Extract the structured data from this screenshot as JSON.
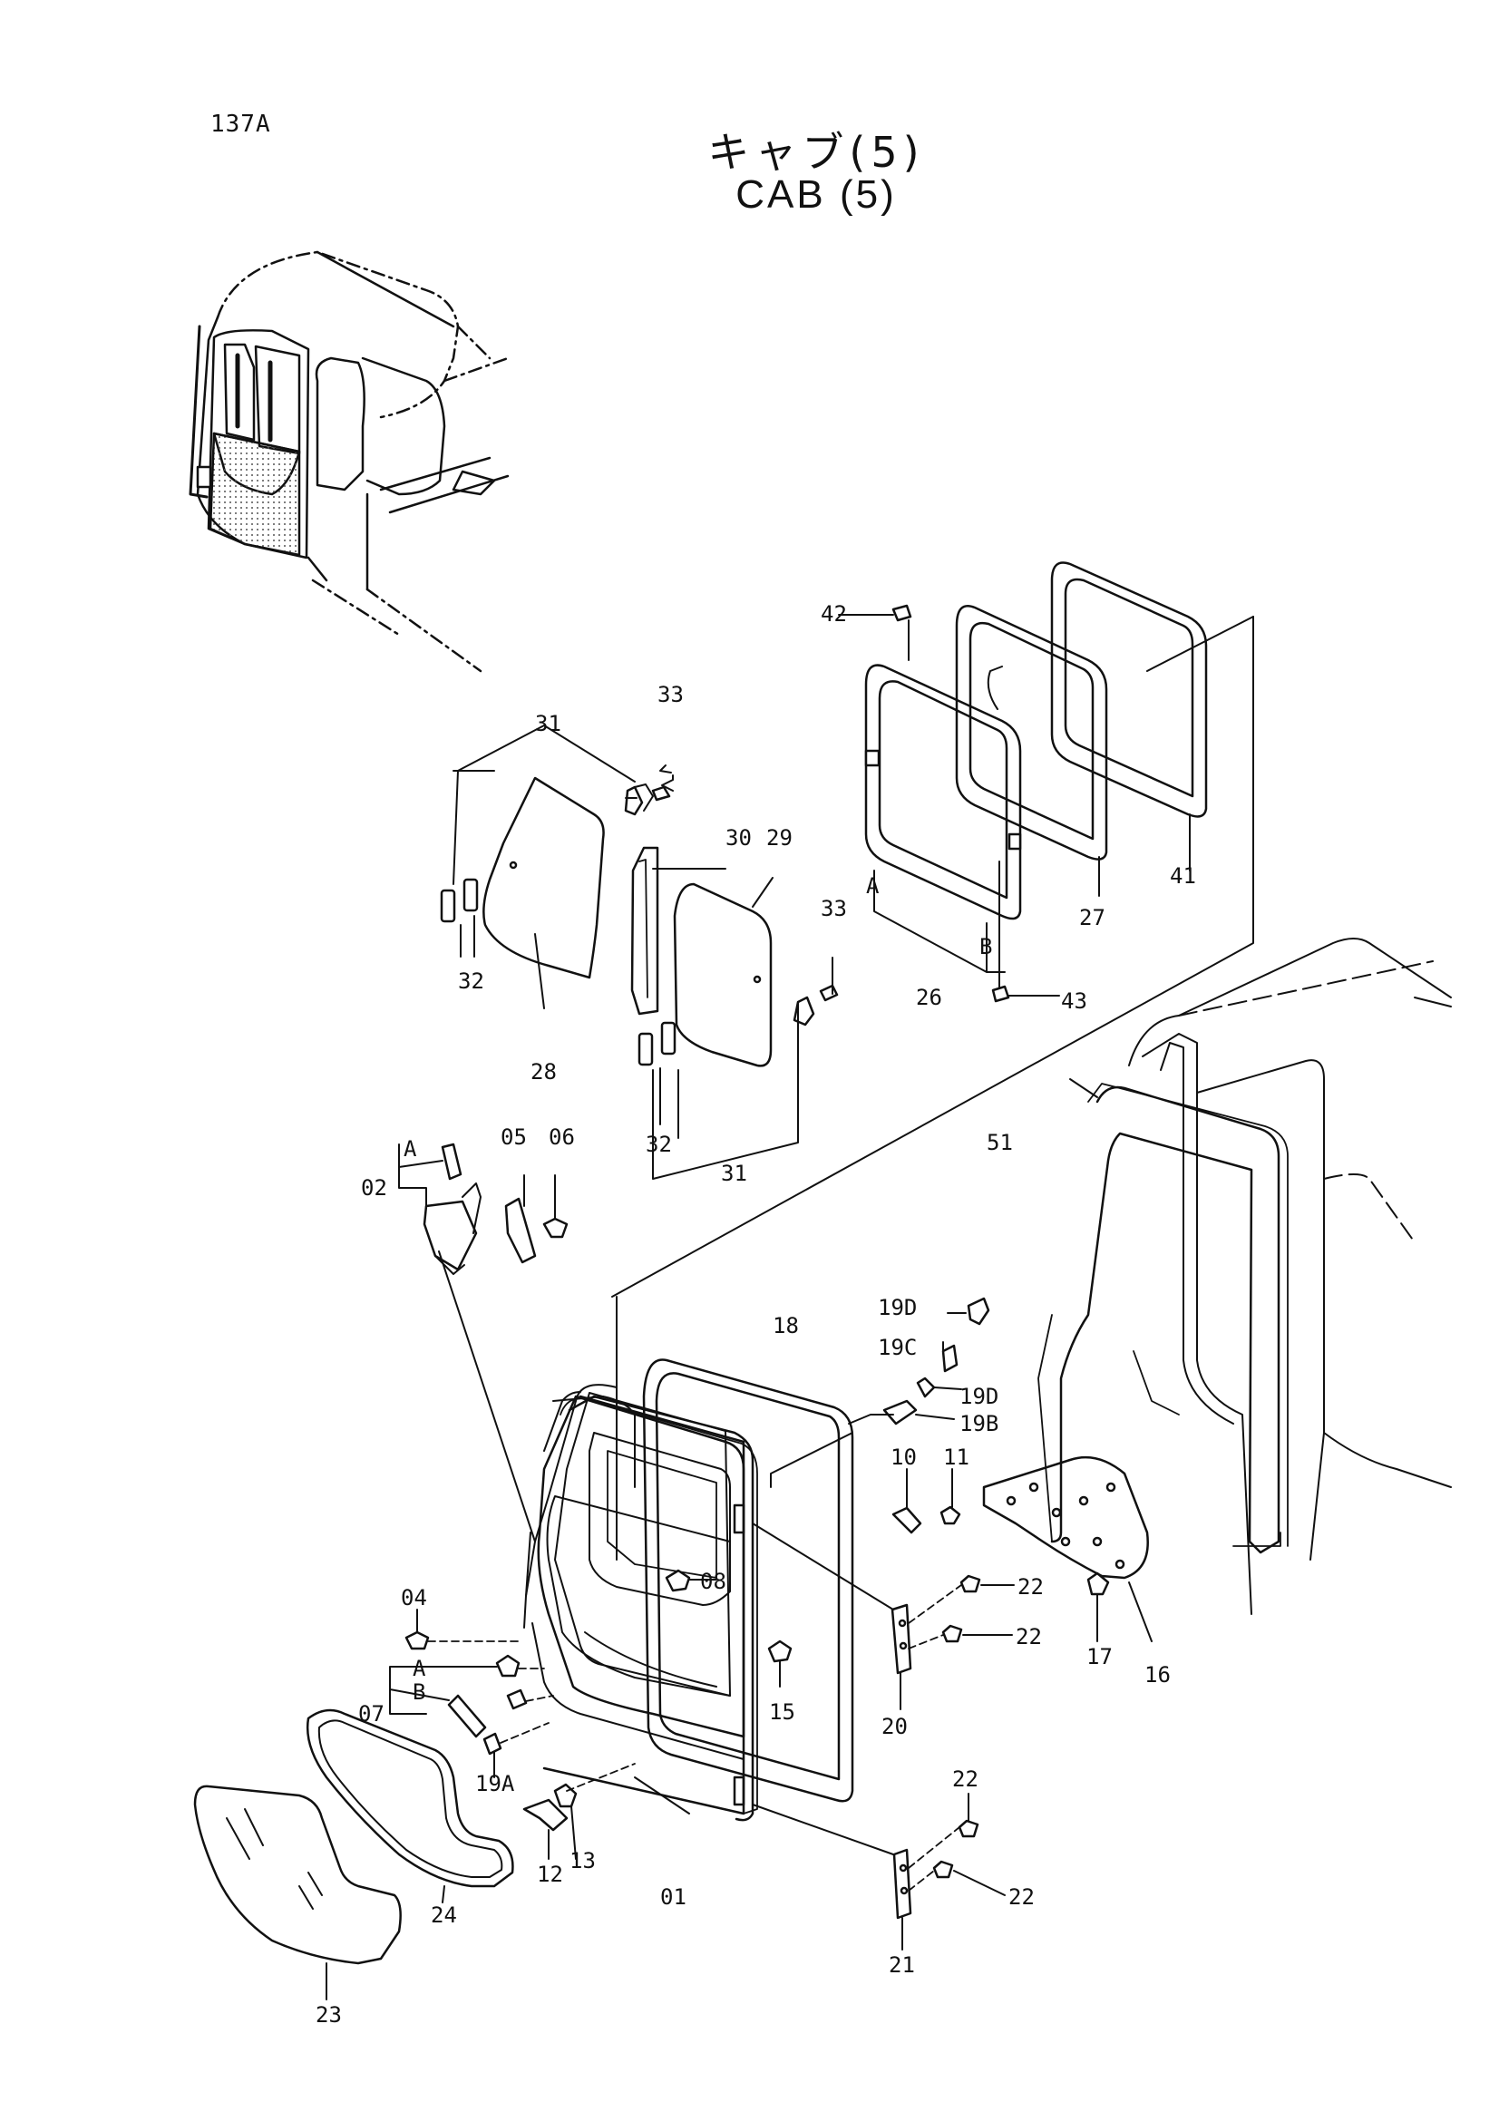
{
  "header": {
    "page_code": "137A",
    "title_jp": "キャブ(5)",
    "title_en": "CAB (5)"
  },
  "callouts": {
    "c01": "01",
    "c02": "02",
    "c04": "04",
    "c05": "05",
    "c06": "06",
    "c07": "07",
    "c08": "08",
    "c10": "10",
    "c11": "11",
    "c12": "12",
    "c13": "13",
    "c15": "15",
    "c16": "16",
    "c17": "17",
    "c18": "18",
    "c19a": "19A",
    "c19b": "19B",
    "c19c": "19C",
    "c19d_top": "19D",
    "c19d": "19D",
    "c20": "20",
    "c21": "21",
    "c22_a": "22",
    "c22_b": "22",
    "c22_c": "22",
    "c22_d": "22",
    "c23": "23",
    "c24": "24",
    "c26": "26",
    "c27": "27",
    "c28": "28",
    "c29": "29",
    "c30": "30",
    "c31_top": "31",
    "c31_bottom": "31",
    "c32_left": "32",
    "c32_right": "32",
    "c33_top": "33",
    "c33_right": "33",
    "c41": "41",
    "c42": "42",
    "c43": "43",
    "c51": "51",
    "A_26": "A",
    "B_26": "B",
    "A_02": "A",
    "A_07": "A",
    "B_07": "B"
  },
  "colors": {
    "ink": "#111111",
    "paper": "#ffffff",
    "stipple": "#bdbdbd"
  }
}
